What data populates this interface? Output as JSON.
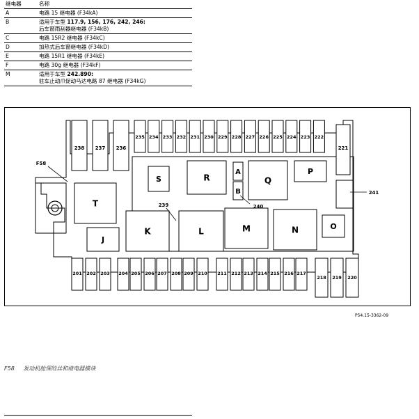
{
  "table": {
    "header": {
      "relay": "继电器",
      "name": "名称"
    },
    "rows": [
      {
        "id": "A",
        "line1": "电路 15 继电器 (F34kA)",
        "line2": ""
      },
      {
        "id": "B",
        "line1_prefix": "适用于车型 ",
        "line1_bold": "117.9, 156, 176, 242, 246:",
        "line2": "后车窗雨刮器继电器 (F34kB)"
      },
      {
        "id": "C",
        "line1": "电路 15R2 继电器 (F34kC)",
        "line2": ""
      },
      {
        "id": "D",
        "line1": "加热式后车窗继电器 (F34kD)",
        "line2": ""
      },
      {
        "id": "E",
        "line1": "电路 15R1 继电器 (F34kE)",
        "line2": ""
      },
      {
        "id": "F",
        "line1": "电路 30g 继电器 (F34kF)",
        "line2": ""
      },
      {
        "id": "M",
        "line1_prefix": "适用于车型 ",
        "line1_bold": "242.890:",
        "line2": "驻车止动爪促动马达电路 87 继电器 (F34kG)"
      }
    ]
  },
  "diagram": {
    "callout_f58": "F58",
    "relays": {
      "S": "S",
      "R": "R",
      "A": "A",
      "B": "B",
      "Q": "Q",
      "P": "P",
      "T": "T",
      "J": "J",
      "K": "K",
      "L": "L",
      "M": "M",
      "N": "N",
      "O": "O"
    },
    "top_fuses": [
      "235",
      "234",
      "233",
      "232",
      "231",
      "230",
      "229",
      "228",
      "227",
      "226",
      "225",
      "224",
      "223",
      "222"
    ],
    "left_tall_fuses": [
      "238",
      "237",
      "236"
    ],
    "right_fuse": "221",
    "bottom_fuses": [
      "201",
      "202",
      "203",
      "204",
      "205",
      "206",
      "207",
      "208",
      "209",
      "210",
      "211",
      "212",
      "213",
      "214",
      "215",
      "216",
      "217",
      "218",
      "219",
      "220"
    ],
    "callouts": {
      "c239": "239",
      "c240": "240",
      "c241": "241"
    }
  },
  "reference_code": "P54.15-3362-09",
  "caption": {
    "code": "F58",
    "text": "发动机舱保险丝和继电器模块"
  }
}
